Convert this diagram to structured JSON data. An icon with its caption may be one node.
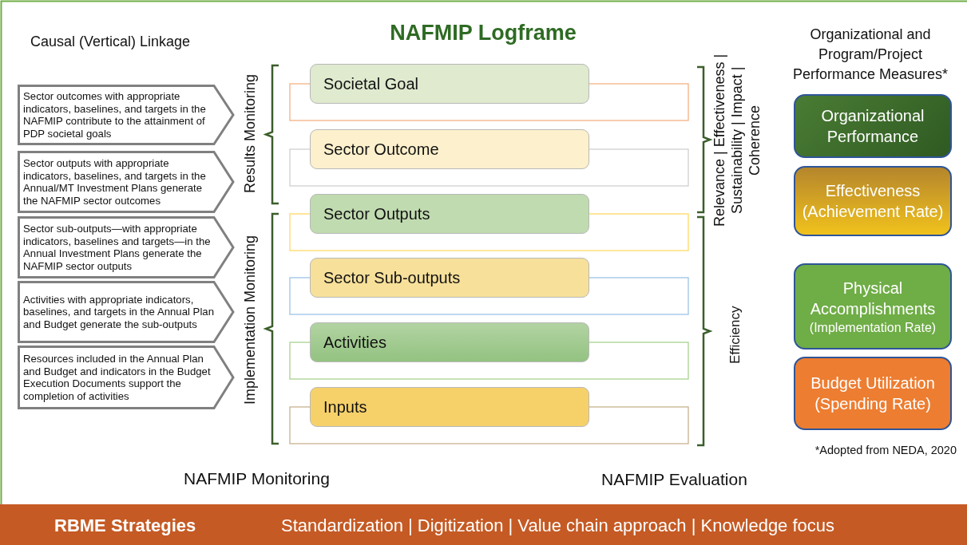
{
  "diagram": {
    "title": "NAFMIP Logframe",
    "nodes": [
      {
        "text": [
          "Sector outcomes with appropriate indicators, baselines, and targets in the NAFMIP contribute to the attainment of PDP societal goals"
        ]
      },
      {
        "text": [
          "Sector outputs with appropriate indicators, baselines, and targets in the Annual/MT Investment Plans generate the NAFMIP sector outcomes"
        ]
      },
      {
        "text": [
          "Sector sub-outputs—with appropriate indicators, baselines and targets—in the Annual Investment Plans generate the NAFMIP sector outputs"
        ]
      },
      {
        "text": [
          "Activities with appropriate indicators, baselines, and targets in the Annual Plan and Budget generate the sub-outputs"
        ]
      },
      {
        "text": [
          "Resources included in the Annual Plan and Budget and indicators in the Budget Execution Documents support the completion of activities"
        ]
      },
      {
        "text": [
          "Societal Goal"
        ]
      },
      {
        "text": [
          "Sector Outcome"
        ]
      },
      {
        "text": [
          "Sector Outputs"
        ]
      },
      {
        "text": [
          "Sector Sub-outputs"
        ]
      },
      {
        "text": [
          "Activities"
        ]
      },
      {
        "text": [
          "Inputs"
        ]
      },
      {
        "text": [
          "Organizational Performance"
        ]
      },
      {
        "text": [
          "Effectiveness (Achievement Rate)"
        ]
      },
      {
        "text": [
          "Physical Accomplishments",
          "(Implementation Rate)"
        ]
      },
      {
        "text": [
          "Budget Utilization (Spending Rate)"
        ]
      },
      {
        "text": [
          "RBME Strategies",
          "Standardization | Digitization | Value chain approach | Knowledge focus"
        ]
      }
    ],
    "labels": [
      "Causal (Vertical) Linkage",
      "Organizational and Program/Project Performance Measures*",
      "Results Monitoring",
      "Relevance | Effectiveness | Sustainability | Impact | Coherence",
      "Implementation Monitoring",
      "Efficiency",
      "*Adopted from NEDA, 2020",
      "NAFMIP Monitoring",
      "NAFMIP Evaluation"
    ]
  }
}
